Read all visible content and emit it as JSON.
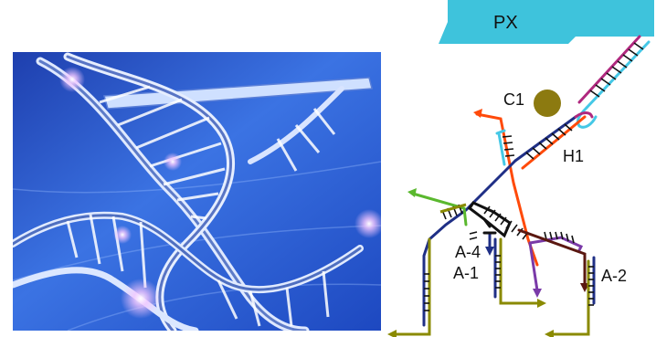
{
  "figure": {
    "photo": {
      "subject": "dna-double-helix-illustration",
      "colors": {
        "background": "#2f63d8",
        "highlight": "#a9c8ff",
        "glow": "#f3c6ff"
      }
    },
    "schematic": {
      "labels": {
        "platform": "PX",
        "catalyst": "C1",
        "hairpin": "H1",
        "a4": "A-4",
        "a1": "A-1",
        "a2": "A-2"
      },
      "colors": {
        "platform": "#3ec3dc",
        "catalyst": "#8c7a10",
        "navy": "#1f2f86",
        "orange": "#ff4a0a",
        "cyan": "#45c8e6",
        "magenta": "#b0287e",
        "green": "#5ab82e",
        "olive": "#8a8a00",
        "purple": "#7a3aa8",
        "maroon": "#5a1810",
        "black": "#111111"
      }
    }
  }
}
